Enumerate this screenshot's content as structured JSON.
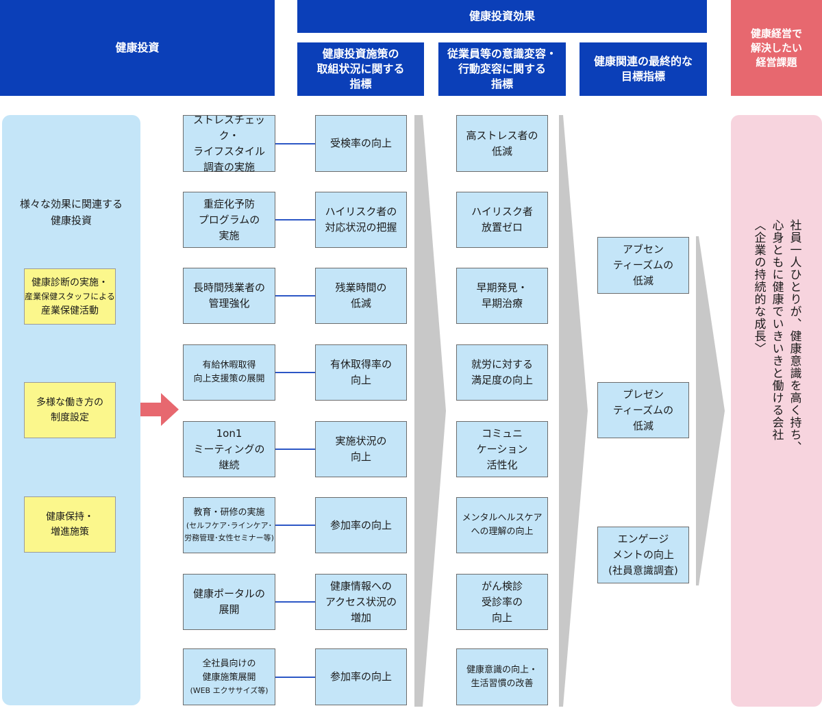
{
  "headers": {
    "investment": "健康投資",
    "effect": "健康投資効果",
    "col_initiative": "健康投資施策の\n取組状況に関する\n指標",
    "col_behavior": "従業員等の意識変容・\n行動変容に関する\n指標",
    "col_final": "健康関連の最終的な\n目標指標",
    "issue": "健康経営で\n解決したい\n経営課題"
  },
  "left_panel": {
    "intro": "様々な効果に関連する\n健康投資",
    "boxes": [
      {
        "line1": "健康診断の実施・",
        "line2": "産業保健スタッフによる",
        "line3": "産業保健活動"
      },
      {
        "text": "多様な働き方の\n制度設定"
      },
      {
        "text": "健康保持・\n増進施策"
      }
    ]
  },
  "rows": [
    {
      "measure": "ストレスチェック・\nライフスタイル\n調査の実施",
      "indicator": "受検率の向上",
      "behavior": "高ストレス者の\n低減"
    },
    {
      "measure": "重症化予防\nプログラムの\n実施",
      "indicator": "ハイリスク者の\n対応状況の把握",
      "behavior": "ハイリスク者\n放置ゼロ"
    },
    {
      "measure": "長時間残業者の\n管理強化",
      "indicator": "残業時間の\n低減",
      "behavior": "早期発見・\n早期治療"
    },
    {
      "measure": "有給休暇取得\n向上支援策の展開",
      "indicator": "有休取得率の\n向上",
      "behavior": "就労に対する\n満足度の向上"
    },
    {
      "measure": "1on1\nミーティングの\n継続",
      "indicator": "実施状況の\n向上",
      "behavior": "コミュニ\nケーション\n活性化"
    },
    {
      "measure_line1": "教育・研修の実施",
      "measure_line2": "(セルフケア･ラインケア･\n労務管理･女性セミナー等)",
      "indicator": "参加率の向上",
      "behavior": "メンタルヘルスケア\nへの理解の向上"
    },
    {
      "measure": "健康ポータルの\n展開",
      "indicator": "健康情報への\nアクセス状況の\n増加",
      "behavior": "がん検診\n受診率の\n向上"
    },
    {
      "measure_line1": "全社員向けの\n健康施策展開",
      "measure_line2": "(WEB エクササイズ等)",
      "indicator": "参加率の向上",
      "behavior": "健康意識の向上・\n生活習慣の改善"
    }
  ],
  "final_goals": [
    "アブセン\nティーズムの\n低減",
    "プレゼン\nティーズムの\n低減",
    "エンゲージ\nメントの向上\n(社員意識調査)"
  ],
  "issue_text": {
    "line1": "社員一人ひとりが、健康意識を高く持ち、",
    "line2": "心身ともに健康でいきいきと働ける会社",
    "line3": "〈企業の持続的な成長〉"
  },
  "colors": {
    "header_blue": "#0b3fb8",
    "header_pink": "#e7686f",
    "panel_blue": "#c4e5f8",
    "panel_pink": "#f7d4de",
    "yellow_box": "#fbf78c",
    "arrow_red": "#e7686f",
    "chevron_gray": "#c8c8c8",
    "connector": "#2b56c5"
  }
}
